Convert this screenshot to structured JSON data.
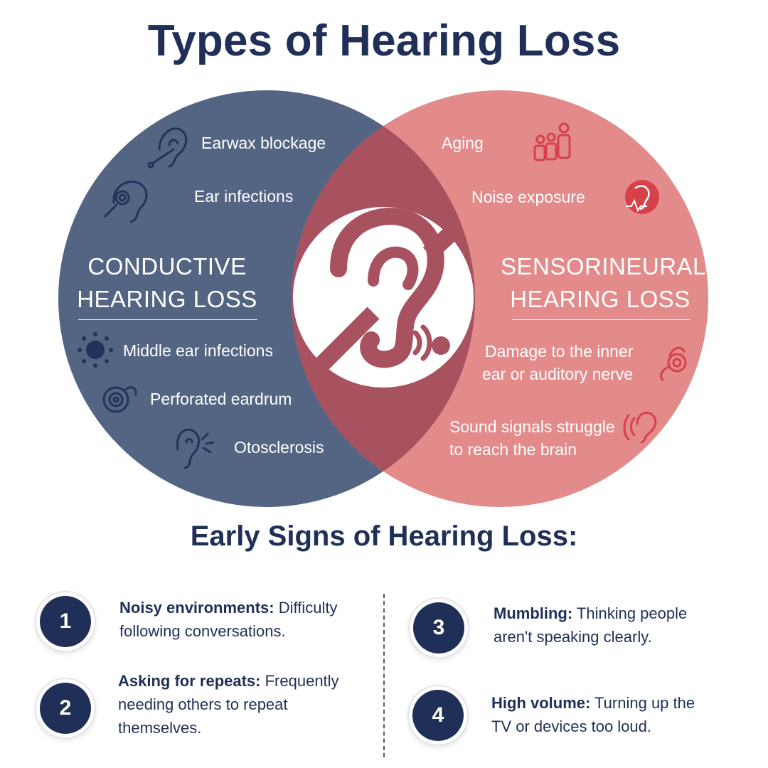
{
  "title": "Types of Hearing Loss",
  "colors": {
    "navy": "#1f2f57",
    "conductive": "#546584",
    "sensorineural": "#e38a8a",
    "overlap": "#a8525f",
    "icon_red": "#d6414a"
  },
  "conductive": {
    "heading_line1": "CONDUCTIVE",
    "heading_line2": "HEARING LOSS",
    "items": [
      {
        "label": "Earwax blockage",
        "icon": "ear-probe-icon"
      },
      {
        "label": "Ear infections",
        "icon": "ear-infection-icon"
      },
      {
        "label": "Middle ear infections",
        "icon": "virus-icon"
      },
      {
        "label": "Perforated eardrum",
        "icon": "eardrum-icon"
      },
      {
        "label": "Otosclerosis",
        "icon": "ear-pain-icon"
      }
    ]
  },
  "sensorineural": {
    "heading_line1": "SENSORINEURAL",
    "heading_line2": "HEARING LOSS",
    "items": [
      {
        "label": "Aging",
        "icon": "family-aging-icon"
      },
      {
        "label": "Noise exposure",
        "icon": "ear-noise-icon"
      },
      {
        "label_line1": "Damage to the inner",
        "label_line2": "ear or auditory nerve",
        "icon": "inner-ear-icon"
      },
      {
        "label_line1": "Sound signals struggle",
        "label_line2": "to reach the brain",
        "icon": "ear-sound-icon"
      }
    ]
  },
  "center_icon": "hearing-loss-symbol-icon",
  "signs": {
    "title": "Early Signs of Hearing Loss:",
    "items": [
      {
        "number": "1",
        "bold": "Noisy environments:",
        "line1_rest": " Difficulty",
        "line2": "following conversations."
      },
      {
        "number": "2",
        "bold": "Asking for repeats:",
        "line1_rest": " Frequently",
        "line2": "needing others to repeat",
        "line3": "themselves."
      },
      {
        "number": "3",
        "bold": "Mumbling:",
        "line1_rest": " Thinking people",
        "line2": "aren't speaking clearly."
      },
      {
        "number": "4",
        "bold": "High volume:",
        "line1_rest": " Turning up the",
        "line2": "TV or devices too loud."
      }
    ]
  }
}
